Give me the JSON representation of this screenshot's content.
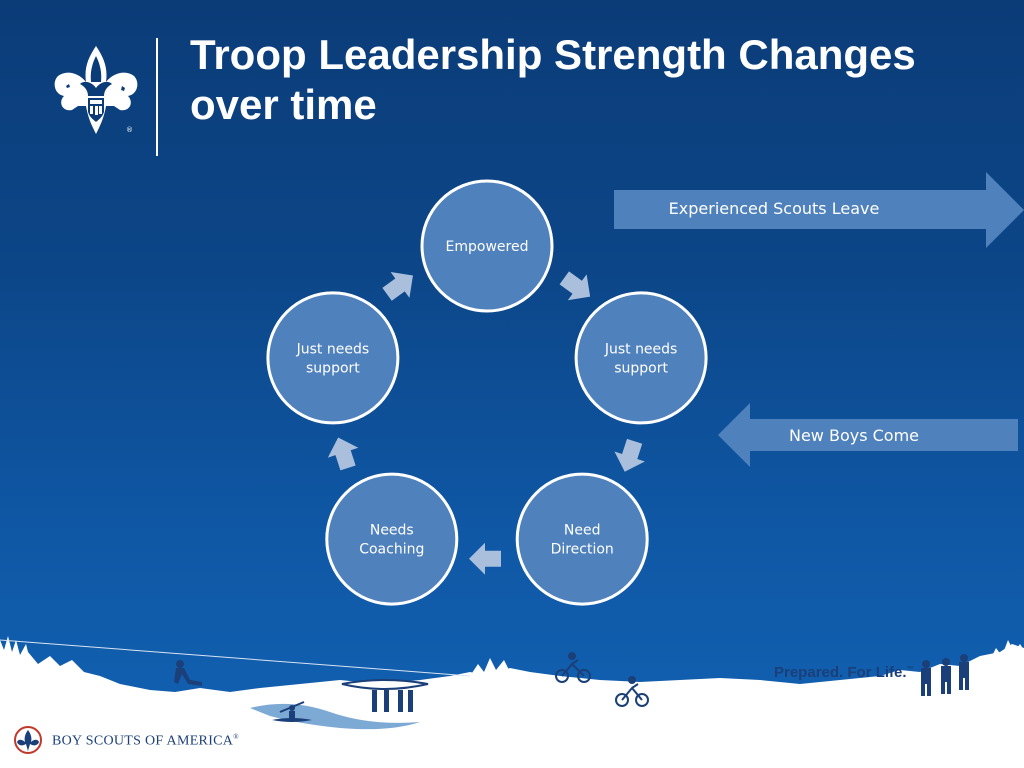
{
  "slide": {
    "title": "Troop Leadership Strength Changes over time",
    "tagline": "Prepared. For Life.",
    "tagline_mark": "™",
    "footer_brand": "BOY SCOUTS OF AMERICA",
    "footer_mark": "®",
    "logo_mark": "®"
  },
  "cycle": {
    "nodes": [
      {
        "lines": [
          "Empowered"
        ]
      },
      {
        "lines": [
          "Just needs",
          "support"
        ]
      },
      {
        "lines": [
          "Need",
          "Direction"
        ]
      },
      {
        "lines": [
          "Needs",
          "Coaching"
        ]
      },
      {
        "lines": [
          "Just needs",
          "support"
        ]
      }
    ]
  },
  "flows": {
    "out_label": "Experienced Scouts Leave",
    "in_label": "New Boys Come"
  },
  "colors": {
    "node_fill": "#4f81bd",
    "node_stroke": "#ffffff",
    "cycle_arrow": "#a9bfdc",
    "flow_arrow": "#4f81bd",
    "snow": "#ffffff",
    "brand_text": "#1b3f78"
  },
  "icons": [
    "fleur-de-lis-logo",
    "zipline-figure-icon",
    "canoe-carry-icon",
    "kayak-icon",
    "cyclist-icon",
    "hikers-icon"
  ]
}
